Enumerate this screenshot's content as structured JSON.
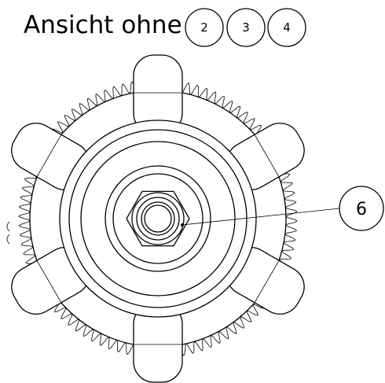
{
  "title": "Ansicht ohne",
  "excluded_parts": [
    "2",
    "3",
    "4"
  ],
  "callout": {
    "label": "6"
  },
  "colors": {
    "line": "#000000",
    "background": "#ffffff"
  }
}
